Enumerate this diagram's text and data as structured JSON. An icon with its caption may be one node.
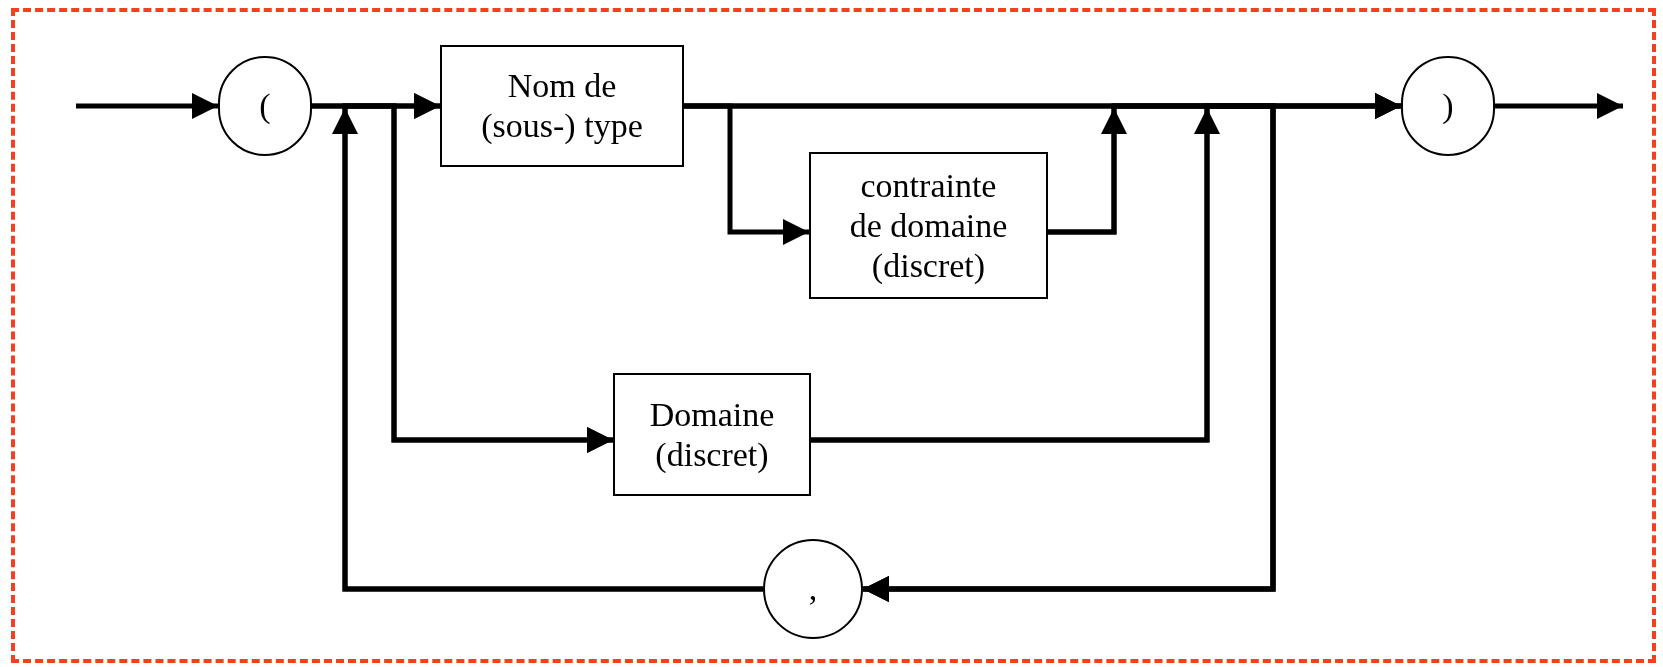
{
  "diagram": {
    "nodes": [
      {
        "text": [
          "("
        ]
      },
      {
        "text": [
          "Nom de (sous-) type"
        ]
      },
      {
        "text": [
          "contrainte de domaine (discret)"
        ]
      },
      {
        "text": [
          "Domaine (discret)"
        ]
      },
      {
        "text": [
          ")"
        ]
      },
      {
        "text": [
          ","
        ]
      }
    ],
    "edges": [
      {
        "from": null,
        "to": 0,
        "arrow": "to"
      },
      {
        "from": 0,
        "to": 1,
        "arrow": "to"
      },
      {
        "from": 0,
        "to": 3,
        "arrow": "to"
      },
      {
        "from": 1,
        "to": 2,
        "arrow": "to"
      },
      {
        "from": 1,
        "to": 4,
        "arrow": "to"
      },
      {
        "from": 2,
        "to": 4,
        "arrow": "to"
      },
      {
        "from": 3,
        "to": 4,
        "arrow": "to"
      },
      {
        "from": 1,
        "to": 5,
        "arrow": "to"
      },
      {
        "from": 2,
        "to": 5,
        "arrow": "to"
      },
      {
        "from": 3,
        "to": 5,
        "arrow": "to"
      },
      {
        "from": 5,
        "to": 1,
        "arrow": "to"
      },
      {
        "from": 5,
        "to": 3,
        "arrow": "to"
      },
      {
        "from": 4,
        "to": null,
        "arrow": "to"
      }
    ]
  }
}
